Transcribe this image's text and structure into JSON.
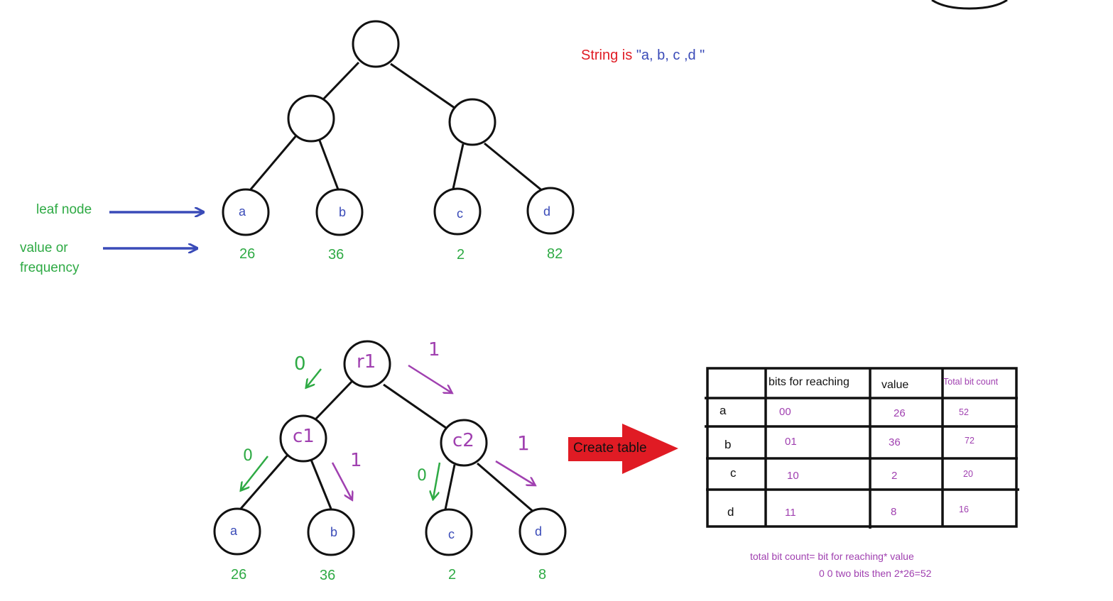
{
  "header": {
    "string_label": "String is ",
    "string_value": "\"a, b, c ,d \""
  },
  "annotations": {
    "leaf_node": "leaf node",
    "value_or": "value or",
    "frequency": "frequency"
  },
  "tree_top": {
    "leaves": [
      {
        "label": "a",
        "value": "26"
      },
      {
        "label": "b",
        "value": "36"
      },
      {
        "label": "c",
        "value": "2"
      },
      {
        "label": "d",
        "value": "82"
      }
    ]
  },
  "tree_bottom": {
    "root": "r1",
    "children": [
      "c1",
      "c2"
    ],
    "edge_labels": {
      "root_left": "0",
      "root_right": "1",
      "c1_left": "0",
      "c1_right": "1",
      "c2_left": "0",
      "c2_right": "1"
    },
    "leaves": [
      {
        "label": "a",
        "value": "26"
      },
      {
        "label": "b",
        "value": "36"
      },
      {
        "label": "c",
        "value": "2"
      },
      {
        "label": "d",
        "value": "8"
      }
    ]
  },
  "create_table_label": "Create table",
  "table": {
    "headers": [
      "",
      "bits for reaching",
      "value",
      "Total bit count"
    ],
    "rows": [
      [
        "a",
        "00",
        "26",
        "52"
      ],
      [
        "b",
        "01",
        "36",
        "72"
      ],
      [
        "c",
        "10",
        "2",
        "20"
      ],
      [
        "d",
        "11",
        "8",
        "16"
      ]
    ]
  },
  "formula": {
    "line1": "total bit count= bit for reaching* value",
    "line2": "0 0 two bits then 2*26=52"
  }
}
